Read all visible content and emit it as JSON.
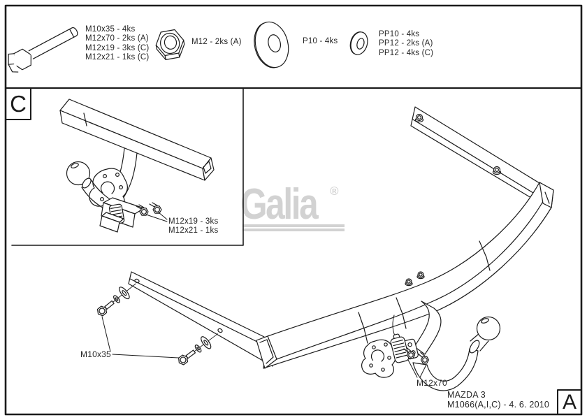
{
  "colors": {
    "line": "#1b1b1b",
    "watermark": "#d2d2d2",
    "background": "#ffffff"
  },
  "header_strip": {
    "bolt_icon": "hex-bolt-icon",
    "bolt_labels": [
      "M10x35 - 4ks",
      "M12x70 - 2ks (A)",
      "M12x19 - 3ks (C)",
      "M12x21 - 1ks (C)"
    ],
    "nut_icon": "hex-nut-icon",
    "nut_label": "M12 - 2ks (A)",
    "washer_icon": "flat-washer-icon",
    "washer_label": "P10 - 4ks",
    "spring_washer_icon": "small-washer-icon",
    "spring_washer_labels": [
      "PP10 - 4ks",
      "PP12 - 2ks (A)",
      "PP12 - 4ks (C)"
    ]
  },
  "detail_inset": {
    "corner_letter": "C",
    "bolt_labels": [
      "M12x19 - 3ks",
      "M12x21 - 1ks"
    ]
  },
  "main_view": {
    "left_bolt_label": "M10x35",
    "right_bolt_label": "M12x70",
    "vehicle_model": "MAZDA 3",
    "drawing_number": "M1066(A,I,C) - 4. 6. 2010",
    "corner_letter": "A"
  },
  "watermark": {
    "brand": "Galia",
    "registered_mark": "®"
  }
}
